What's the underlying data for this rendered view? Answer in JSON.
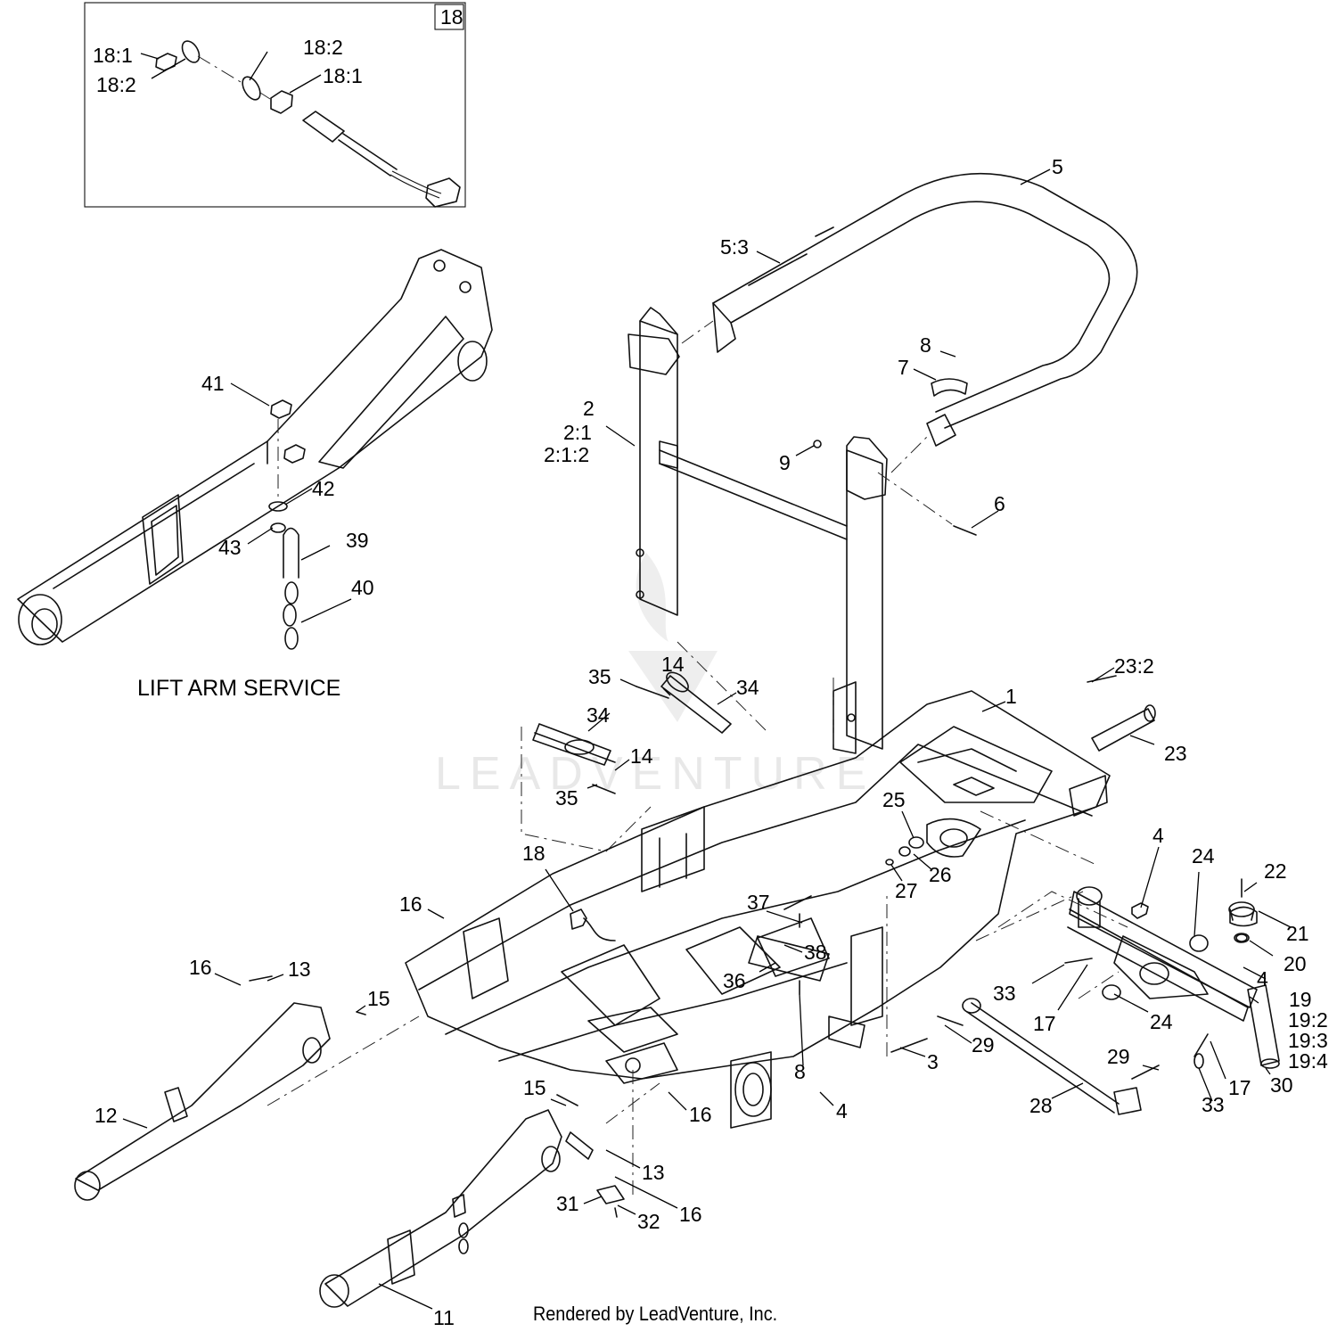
{
  "inset": {
    "box_label": "18",
    "callouts": [
      "18:1",
      "18:2",
      "18:2",
      "18:1"
    ]
  },
  "lift_arm_service": {
    "caption": "LIFT ARM SERVICE",
    "callouts": [
      "41",
      "42",
      "43",
      "39",
      "40"
    ]
  },
  "watermark": {
    "text": "LEADVENTURE"
  },
  "footer": {
    "rendered_by": "Rendered by LeadVenture, Inc."
  },
  "callouts": {
    "main": [
      "5",
      "5:3",
      "8",
      "7",
      "2",
      "2:1",
      "2:1:2",
      "9",
      "6",
      "35",
      "14",
      "34",
      "23:2",
      "1",
      "34",
      "14",
      "35",
      "23",
      "25",
      "26",
      "27",
      "4",
      "24",
      "22",
      "21",
      "20",
      "18",
      "16",
      "37",
      "38",
      "36",
      "16",
      "13",
      "15",
      "33",
      "17",
      "4",
      "19",
      "19:2",
      "19:3",
      "19:4",
      "24",
      "29",
      "3",
      "29",
      "30",
      "17",
      "33",
      "28",
      "8",
      "4",
      "12",
      "15",
      "16",
      "13",
      "16",
      "31",
      "32",
      "11"
    ]
  }
}
